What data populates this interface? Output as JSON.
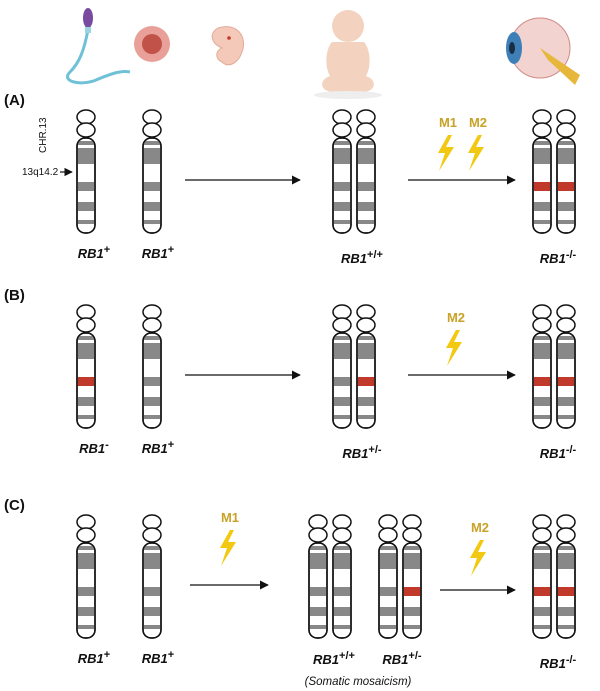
{
  "chromosome_label": "CHR.13",
  "locus_label": "13q14.2",
  "colors": {
    "band": "#888888",
    "mutated": "#c0392b",
    "bolt": "#f2c811",
    "mutation_label": "#c9a227"
  },
  "icons": [
    "sperm-icon",
    "egg-cell-icon",
    "embryo-icon",
    "baby-icon",
    "eye-icon"
  ],
  "panels": [
    {
      "label": "(A)",
      "parent1": {
        "gene": "RB1",
        "sup": "+"
      },
      "parent2": {
        "gene": "RB1",
        "sup": "+"
      },
      "germline": {
        "gene": "RB1",
        "sup": "+/+"
      },
      "mutation_after": [
        "M1",
        "M2"
      ],
      "tumor": {
        "gene": "RB1",
        "sup": "-/-"
      }
    },
    {
      "label": "(B)",
      "parent1": {
        "gene": "RB1",
        "sup": "-"
      },
      "parent2": {
        "gene": "RB1",
        "sup": "+"
      },
      "germline": {
        "gene": "RB1",
        "sup": "+/-"
      },
      "mutation_after": [
        "M2"
      ],
      "tumor": {
        "gene": "RB1",
        "sup": "-/-"
      }
    },
    {
      "label": "(C)",
      "parent1": {
        "gene": "RB1",
        "sup": "+"
      },
      "parent2": {
        "gene": "RB1",
        "sup": "+"
      },
      "mutation_before": [
        "M1"
      ],
      "mosaic1": {
        "gene": "RB1",
        "sup": "+/+"
      },
      "mosaic2": {
        "gene": "RB1",
        "sup": "+/-"
      },
      "mosaic_note": "(Somatic mosaicism)",
      "mutation_after": [
        "M2"
      ],
      "tumor": {
        "gene": "RB1",
        "sup": "-/-"
      }
    }
  ]
}
